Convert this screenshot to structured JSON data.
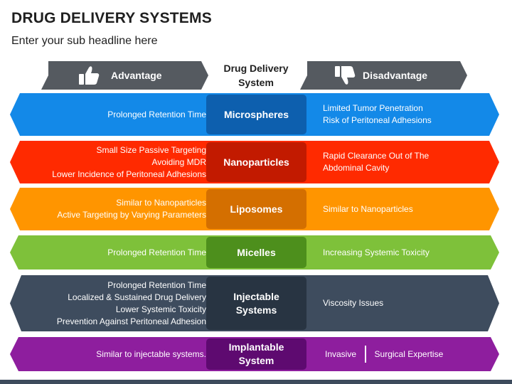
{
  "title": "DRUG DELIVERY SYSTEMS",
  "subtitle": "Enter your sub headline here",
  "headers": {
    "advantage": "Advantage",
    "center": [
      "Drug Delivery",
      "System"
    ],
    "disadvantage": "Disadvantage",
    "advantage_icon": "thumbs-up-icon",
    "disadvantage_icon": "thumbs-down-icon"
  },
  "rows": [
    {
      "system": [
        "Microspheres"
      ],
      "advantages": [
        "Prolonged Retention Time"
      ],
      "disadvantages": [
        "Limited Tumor Penetration",
        "Risk of Peritoneal Adhesions"
      ],
      "band_color": "#1389e8",
      "box_color": "#0d5fae"
    },
    {
      "system": [
        "Nanoparticles"
      ],
      "advantages": [
        "Small Size Passive Targeting",
        "Avoiding MDR",
        "Lower Incidence of Peritoneal Adhesions"
      ],
      "disadvantages": [
        "Rapid Clearance Out of The",
        "Abdominal Cavity"
      ],
      "band_color": "#ff2a00",
      "box_color": "#c21a00"
    },
    {
      "system": [
        "Liposomes"
      ],
      "advantages": [
        "Similar to Nanoparticles",
        "Active Targeting by Varying Parameters"
      ],
      "disadvantages": [
        "Similar to Nanoparticles"
      ],
      "band_color": "#ff9500",
      "box_color": "#d46f00"
    },
    {
      "system": [
        "Micelles"
      ],
      "advantages": [
        "Prolonged Retention Time"
      ],
      "disadvantages": [
        "Increasing Systemic Toxicity"
      ],
      "band_color": "#7ec13a",
      "box_color": "#4d8f1c"
    },
    {
      "system": [
        "Injectable",
        "Systems"
      ],
      "advantages": [
        "Prolonged Retention Time",
        "Localized & Sustained Drug Delivery",
        "Lower Systemic Toxicity",
        "Prevention Against Peritoneal Adhesion"
      ],
      "disadvantages": [
        "Viscosity Issues"
      ],
      "band_color": "#3e4c5e",
      "box_color": "#283442"
    },
    {
      "system": [
        "Implantable",
        "System"
      ],
      "advantages": [
        "Similar to injectable systems."
      ],
      "disadvantages": [
        "Invasive",
        "Surgical Expertise"
      ],
      "band_color": "#8e1e9e",
      "box_color": "#5e0a70"
    }
  ],
  "header_color": "#555a60"
}
